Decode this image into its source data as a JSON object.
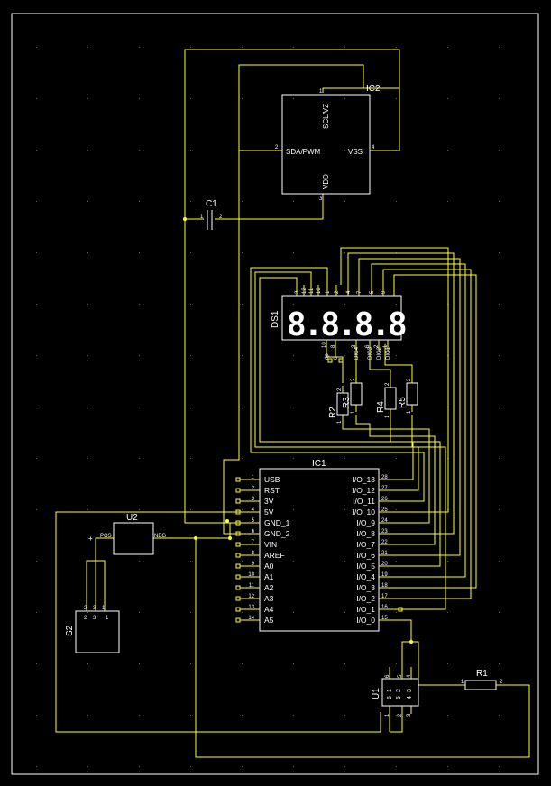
{
  "colors": {
    "background": "#000000",
    "wire": "#ffff33",
    "part": "#ffffff",
    "grid": "#5a5a5a",
    "border": "#ffffff"
  },
  "ic2": {
    "ref": "IC2",
    "pins": {
      "scl": "SCL/VZ",
      "sda": "SDA/PWM",
      "vss": "VSS",
      "vdd": "VDD"
    },
    "pin_numbers": {
      "scl": "1",
      "sda": "2",
      "vdd": "3",
      "vss": "4"
    }
  },
  "c1": {
    "ref": "C1",
    "pin1": "1",
    "pin2": "2"
  },
  "ds1": {
    "ref": "DS1",
    "digits": "8.8.8.8",
    "top_pins": [
      "3",
      "12",
      "11",
      "10",
      "1",
      "2",
      "4",
      "7",
      "5",
      "9"
    ],
    "bottom_labels": [
      "dp",
      "6",
      "DIG4",
      "DIG3",
      "DIG2",
      "DIG1"
    ],
    "bottom_pins": [
      "10",
      "8",
      "3",
      "6",
      "2",
      "1"
    ]
  },
  "resistors": [
    {
      "ref": "R2",
      "pin_top": "2",
      "pin_bottom": "1"
    },
    {
      "ref": "R3",
      "pin_top": "2",
      "pin_bottom": "1"
    },
    {
      "ref": "R4",
      "pin_top": "2",
      "pin_bottom": "1"
    },
    {
      "ref": "R5",
      "pin_top": "2",
      "pin_bottom": "1"
    }
  ],
  "ic1": {
    "ref": "IC1",
    "left_pins": [
      {
        "num": "1",
        "name": "USB"
      },
      {
        "num": "2",
        "name": "RST"
      },
      {
        "num": "3",
        "name": "3V"
      },
      {
        "num": "4",
        "name": "5V"
      },
      {
        "num": "5",
        "name": "GND_1"
      },
      {
        "num": "6",
        "name": "GND_2"
      },
      {
        "num": "7",
        "name": "VIN"
      },
      {
        "num": "8",
        "name": "AREF"
      },
      {
        "num": "9",
        "name": "A0"
      },
      {
        "num": "10",
        "name": "A1"
      },
      {
        "num": "11",
        "name": "A2"
      },
      {
        "num": "12",
        "name": "A3"
      },
      {
        "num": "13",
        "name": "A4"
      },
      {
        "num": "14",
        "name": "A5"
      }
    ],
    "right_pins": [
      {
        "num": "28",
        "name": "I/O_13"
      },
      {
        "num": "27",
        "name": "I/O_12"
      },
      {
        "num": "26",
        "name": "I/O_11"
      },
      {
        "num": "25",
        "name": "I/O_10"
      },
      {
        "num": "24",
        "name": "I/O_9"
      },
      {
        "num": "23",
        "name": "I/O_8"
      },
      {
        "num": "22",
        "name": "I/O_7"
      },
      {
        "num": "21",
        "name": "I/O_6"
      },
      {
        "num": "20",
        "name": "I/O_5"
      },
      {
        "num": "19",
        "name": "I/O_4"
      },
      {
        "num": "18",
        "name": "I/O_3"
      },
      {
        "num": "17",
        "name": "I/O_2"
      },
      {
        "num": "16",
        "name": "I/O_1"
      },
      {
        "num": "15",
        "name": "I/O_0"
      }
    ]
  },
  "u2": {
    "ref": "U2",
    "pos": "POS",
    "neg": "NEG",
    "plus": "+",
    "minus": "-"
  },
  "s2": {
    "ref": "S2",
    "pins": [
      "2",
      "3",
      "1"
    ]
  },
  "u1": {
    "ref": "U1",
    "top_pins": [
      "6",
      "5",
      "4"
    ],
    "bottom_pins": [
      "1",
      "2",
      "3"
    ],
    "body_top": [
      "1",
      "6"
    ],
    "body_bottom": [
      "2",
      "5",
      "3",
      "4"
    ]
  },
  "r1": {
    "ref": "R1",
    "pin1": "1",
    "pin2": "2"
  }
}
